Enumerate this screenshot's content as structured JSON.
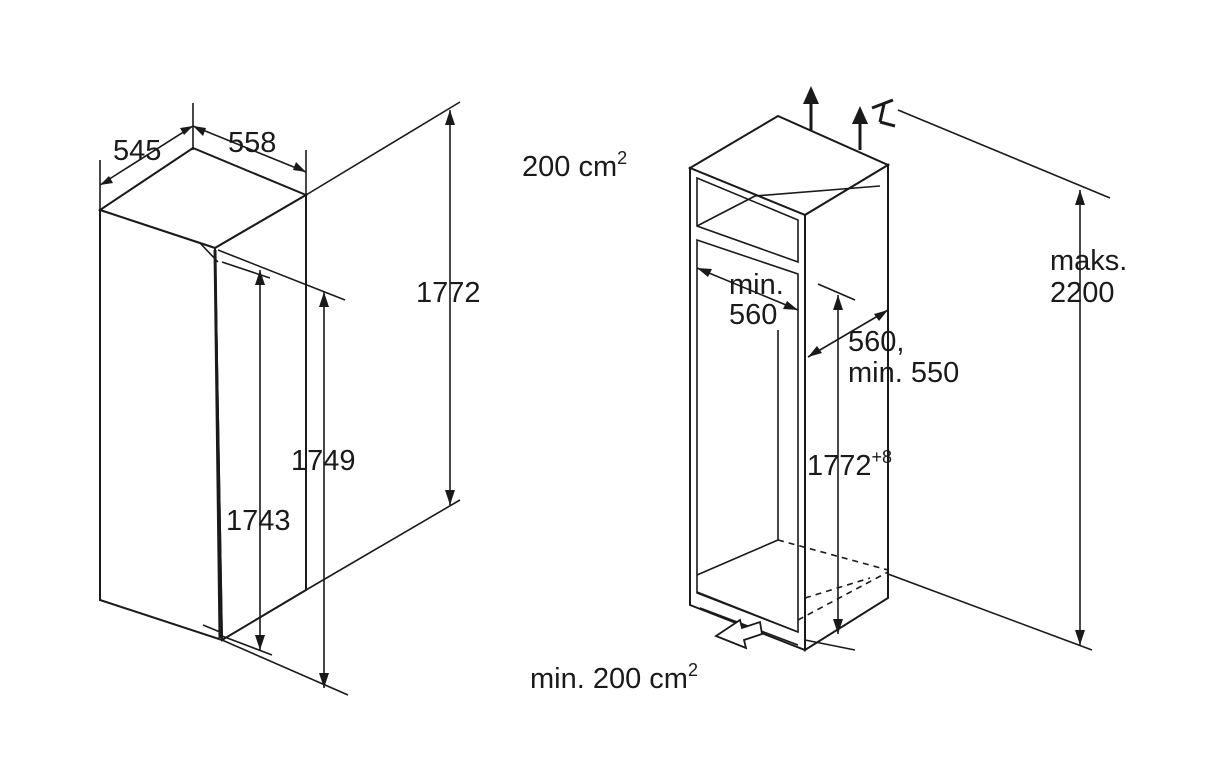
{
  "appliance": {
    "depth": "545",
    "width": "558",
    "total_height": "1772",
    "height_door": "1749",
    "height_body": "1743"
  },
  "niche": {
    "vent_top": "200 cm",
    "vent_top_sup": "2",
    "vent_bottom": "min. 200 cm",
    "vent_bottom_sup": "2",
    "width_line1": "min.",
    "width_line2": "560",
    "depth_line1": "560,",
    "depth_line2": "min. 550",
    "height": "1772",
    "height_sup": "+8",
    "max_height_line1": "maks.",
    "max_height_line2": "2200"
  }
}
